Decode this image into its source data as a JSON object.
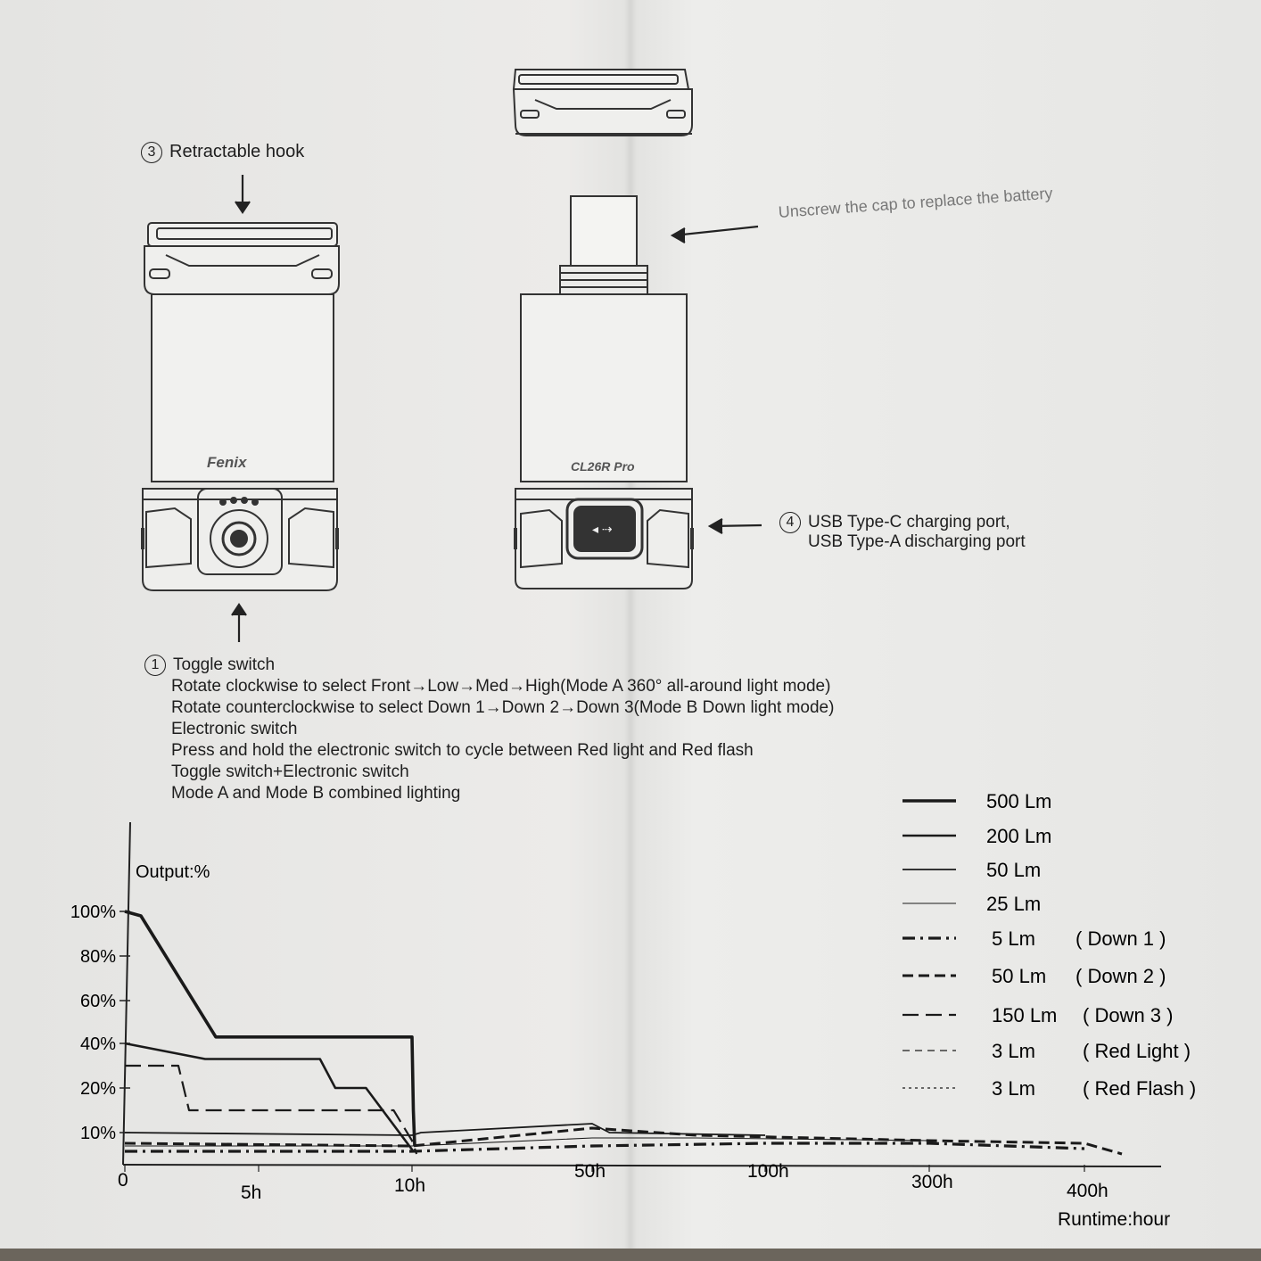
{
  "diagram": {
    "retractable_hook": {
      "number": "3",
      "label": "Retractable hook"
    },
    "replace_battery": {
      "label": "Unscrew the cap to replace the battery"
    },
    "brand_logo": "Fenix",
    "model_logo": "CL26R Pro",
    "usb_port": {
      "number": "4",
      "line1": "USB Type-C charging port,",
      "line2": "USB Type-A discharging port"
    },
    "toggle_switch": {
      "number": "1",
      "title": "Toggle switch",
      "lines": [
        "Rotate clockwise to select Front→Low→Med→High(Mode A 360° all-around light mode)",
        "Rotate counterclockwise to select Down 1→Down 2→Down 3(Mode B Down light mode)",
        "Electronic switch",
        "Press and hold the electronic switch to cycle between Red light and Red flash",
        "Toggle switch+Electronic switch",
        "Mode A and Mode B combined lighting"
      ]
    }
  },
  "chart_data": {
    "type": "line",
    "ylabel": "Output:%",
    "xlabel": "Runtime:hour",
    "y_ticks": [
      "100%",
      "80%",
      "60%",
      "40%",
      "20%",
      "10%"
    ],
    "x_ticks": [
      "0",
      "5h",
      "10h",
      "50h",
      "100h",
      "300h",
      "400h"
    ],
    "x_scale": "piecewise (compressed after 10h)",
    "legend": [
      {
        "lm": "500 Lm",
        "mode": "",
        "style": "solid-thick"
      },
      {
        "lm": "200 Lm",
        "mode": "",
        "style": "solid"
      },
      {
        "lm": "50 Lm",
        "mode": "",
        "style": "solid-thin"
      },
      {
        "lm": "25 Lm",
        "mode": "",
        "style": "solid-hair"
      },
      {
        "lm": "5 Lm",
        "mode": "( Down 1 )",
        "style": "dash-dot"
      },
      {
        "lm": "50 Lm",
        "mode": "( Down 2 )",
        "style": "dashed"
      },
      {
        "lm": "150 Lm",
        "mode": "( Down 3 )",
        "style": "long-dash"
      },
      {
        "lm": "3 Lm",
        "mode": "( Red Light )",
        "style": "thin-dash"
      },
      {
        "lm": "3 Lm",
        "mode": "( Red Flash )",
        "style": "dotted"
      }
    ],
    "series": [
      {
        "name": "500 Lm",
        "points": [
          [
            0,
            100
          ],
          [
            0.6,
            98
          ],
          [
            3.4,
            43
          ],
          [
            10,
            43
          ],
          [
            10.3,
            15
          ],
          [
            10.6,
            5
          ]
        ]
      },
      {
        "name": "200 Lm",
        "points": [
          [
            0,
            40
          ],
          [
            3,
            33
          ],
          [
            7,
            33
          ],
          [
            7.5,
            20
          ],
          [
            8.5,
            20
          ],
          [
            10.3,
            3
          ]
        ]
      },
      {
        "name": "150 Lm ( Down 3 )",
        "points": [
          [
            0,
            30
          ],
          [
            2,
            30
          ],
          [
            2.4,
            15
          ],
          [
            9.4,
            15
          ],
          [
            10,
            7
          ],
          [
            11,
            2
          ]
        ]
      },
      {
        "name": "50 Lm",
        "points": [
          [
            0,
            10
          ],
          [
            10,
            9
          ],
          [
            12,
            10
          ],
          [
            50,
            12
          ],
          [
            55,
            10
          ],
          [
            100,
            9
          ]
        ]
      },
      {
        "name": "50 Lm ( Down 2 )",
        "points": [
          [
            0,
            6
          ],
          [
            10,
            5
          ],
          [
            50,
            11
          ],
          [
            80,
            9
          ],
          [
            300,
            7
          ],
          [
            400,
            6
          ],
          [
            410,
            2
          ]
        ]
      },
      {
        "name": "25 Lm",
        "points": [
          [
            0,
            5
          ],
          [
            10,
            5
          ],
          [
            50,
            8
          ],
          [
            80,
            8
          ],
          [
            300,
            7
          ]
        ]
      },
      {
        "name": "5 Lm ( Down 1 )",
        "points": [
          [
            0,
            3
          ],
          [
            10,
            3
          ],
          [
            50,
            5
          ],
          [
            100,
            6
          ],
          [
            300,
            6
          ],
          [
            400,
            4
          ]
        ]
      }
    ]
  }
}
